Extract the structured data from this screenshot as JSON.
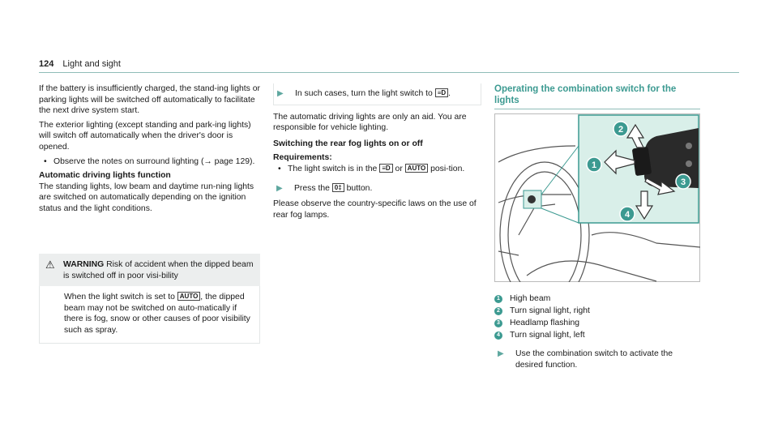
{
  "header": {
    "page_number": "124",
    "section": "Light and sight"
  },
  "col1": {
    "p1": "If the battery is insufficiently charged, the stand-ing lights or parking lights will be switched off automatically to facilitate the next drive system start.",
    "p2": "The exterior lighting (except standing and park-ing lights) will switch off automatically when the driver's door is opened.",
    "bullet1": "Observe the notes on surround lighting (→ page 129).",
    "heading": "Automatic driving lights function",
    "p3": "The standing lights, low beam and daytime run-ning lights are switched on automatically depending on the ignition status and the light conditions.",
    "warning_label": "WARNING",
    "warning_title": " Risk of accident when the dipped beam is switched off in poor visi-bility",
    "warning_body_pre": "When the light switch is set to ",
    "warning_sym": "AUTO",
    "warning_body_post": ", the dipped beam may not be switched on auto-matically if there is fog, snow or other causes of poor visibility such as spray."
  },
  "col2": {
    "action1_pre": "In such cases, turn the light switch to ",
    "lowbeam_sym": "≡D",
    "action1_post": ".",
    "p1": "The automatic driving lights are only an aid. You are responsible for vehicle lighting.",
    "heading": "Switching the rear fog lights on or off",
    "req_label": "Requirements:",
    "req_pre": "The light switch is in the ",
    "req_mid": " or ",
    "auto_sym": "AUTO",
    "req_post": " posi-tion.",
    "action2_pre": "Press the ",
    "fog_sym": "0‡",
    "action2_post": " button.",
    "p2": "Please observe the country-specific laws on the use of rear fog lamps."
  },
  "col3": {
    "section_title": "Operating the combination switch for the lights",
    "legend": [
      {
        "num": "1",
        "text": "High beam"
      },
      {
        "num": "2",
        "text": "Turn signal light, right"
      },
      {
        "num": "3",
        "text": "Headlamp flashing"
      },
      {
        "num": "4",
        "text": "Turn signal light, left"
      }
    ],
    "figure_code": "",
    "action": "Use the combination switch to activate the desired function."
  },
  "colors": {
    "accent": "#3c9a91",
    "figure_bg": "#d9efe9"
  }
}
